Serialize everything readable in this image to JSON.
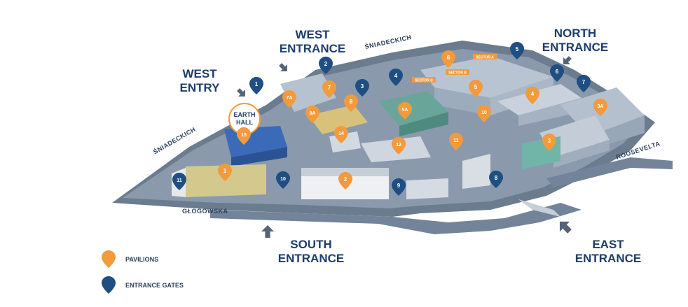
{
  "entrances": {
    "west_entrance": [
      "WEST",
      "ENTRANCE"
    ],
    "west_entry": [
      "WEST",
      "ENTRY"
    ],
    "north_entrance": [
      "NORTH",
      "ENTRANCE"
    ],
    "south_entrance": [
      "SOUTH",
      "ENTRANCE"
    ],
    "east_entrance": [
      "EAST",
      "ENTRANCE"
    ]
  },
  "streets": {
    "north": "ŚNIADECKICH",
    "west": "ŚNIADECKICH",
    "south": "GŁOGOWSKA",
    "east": "ROOSEVELTA"
  },
  "earth_hall": [
    "EARTH",
    "HALL"
  ],
  "sectors": [
    "SECTOR A",
    "SECTOR B",
    "SECTOR C"
  ],
  "pavilions": [
    "1",
    "2",
    "3",
    "3A",
    "4",
    "5",
    "5A",
    "6",
    "7",
    "7A",
    "8",
    "8A",
    "10",
    "11",
    "12",
    "14",
    "15"
  ],
  "gates": [
    "1",
    "2",
    "3",
    "4",
    "5",
    "6",
    "7",
    "8",
    "9",
    "10",
    "11"
  ],
  "legend": {
    "pavilions": "PAVILIONS",
    "entrance_gates": "ENTRANCE GATES"
  },
  "colors": {
    "pavilion_pin": "#f39a3c",
    "gate_pin": "#1f4e82",
    "label_text": "#1d3d6b",
    "ground": "#7d8ea0",
    "roads": "#6b7c8e"
  }
}
